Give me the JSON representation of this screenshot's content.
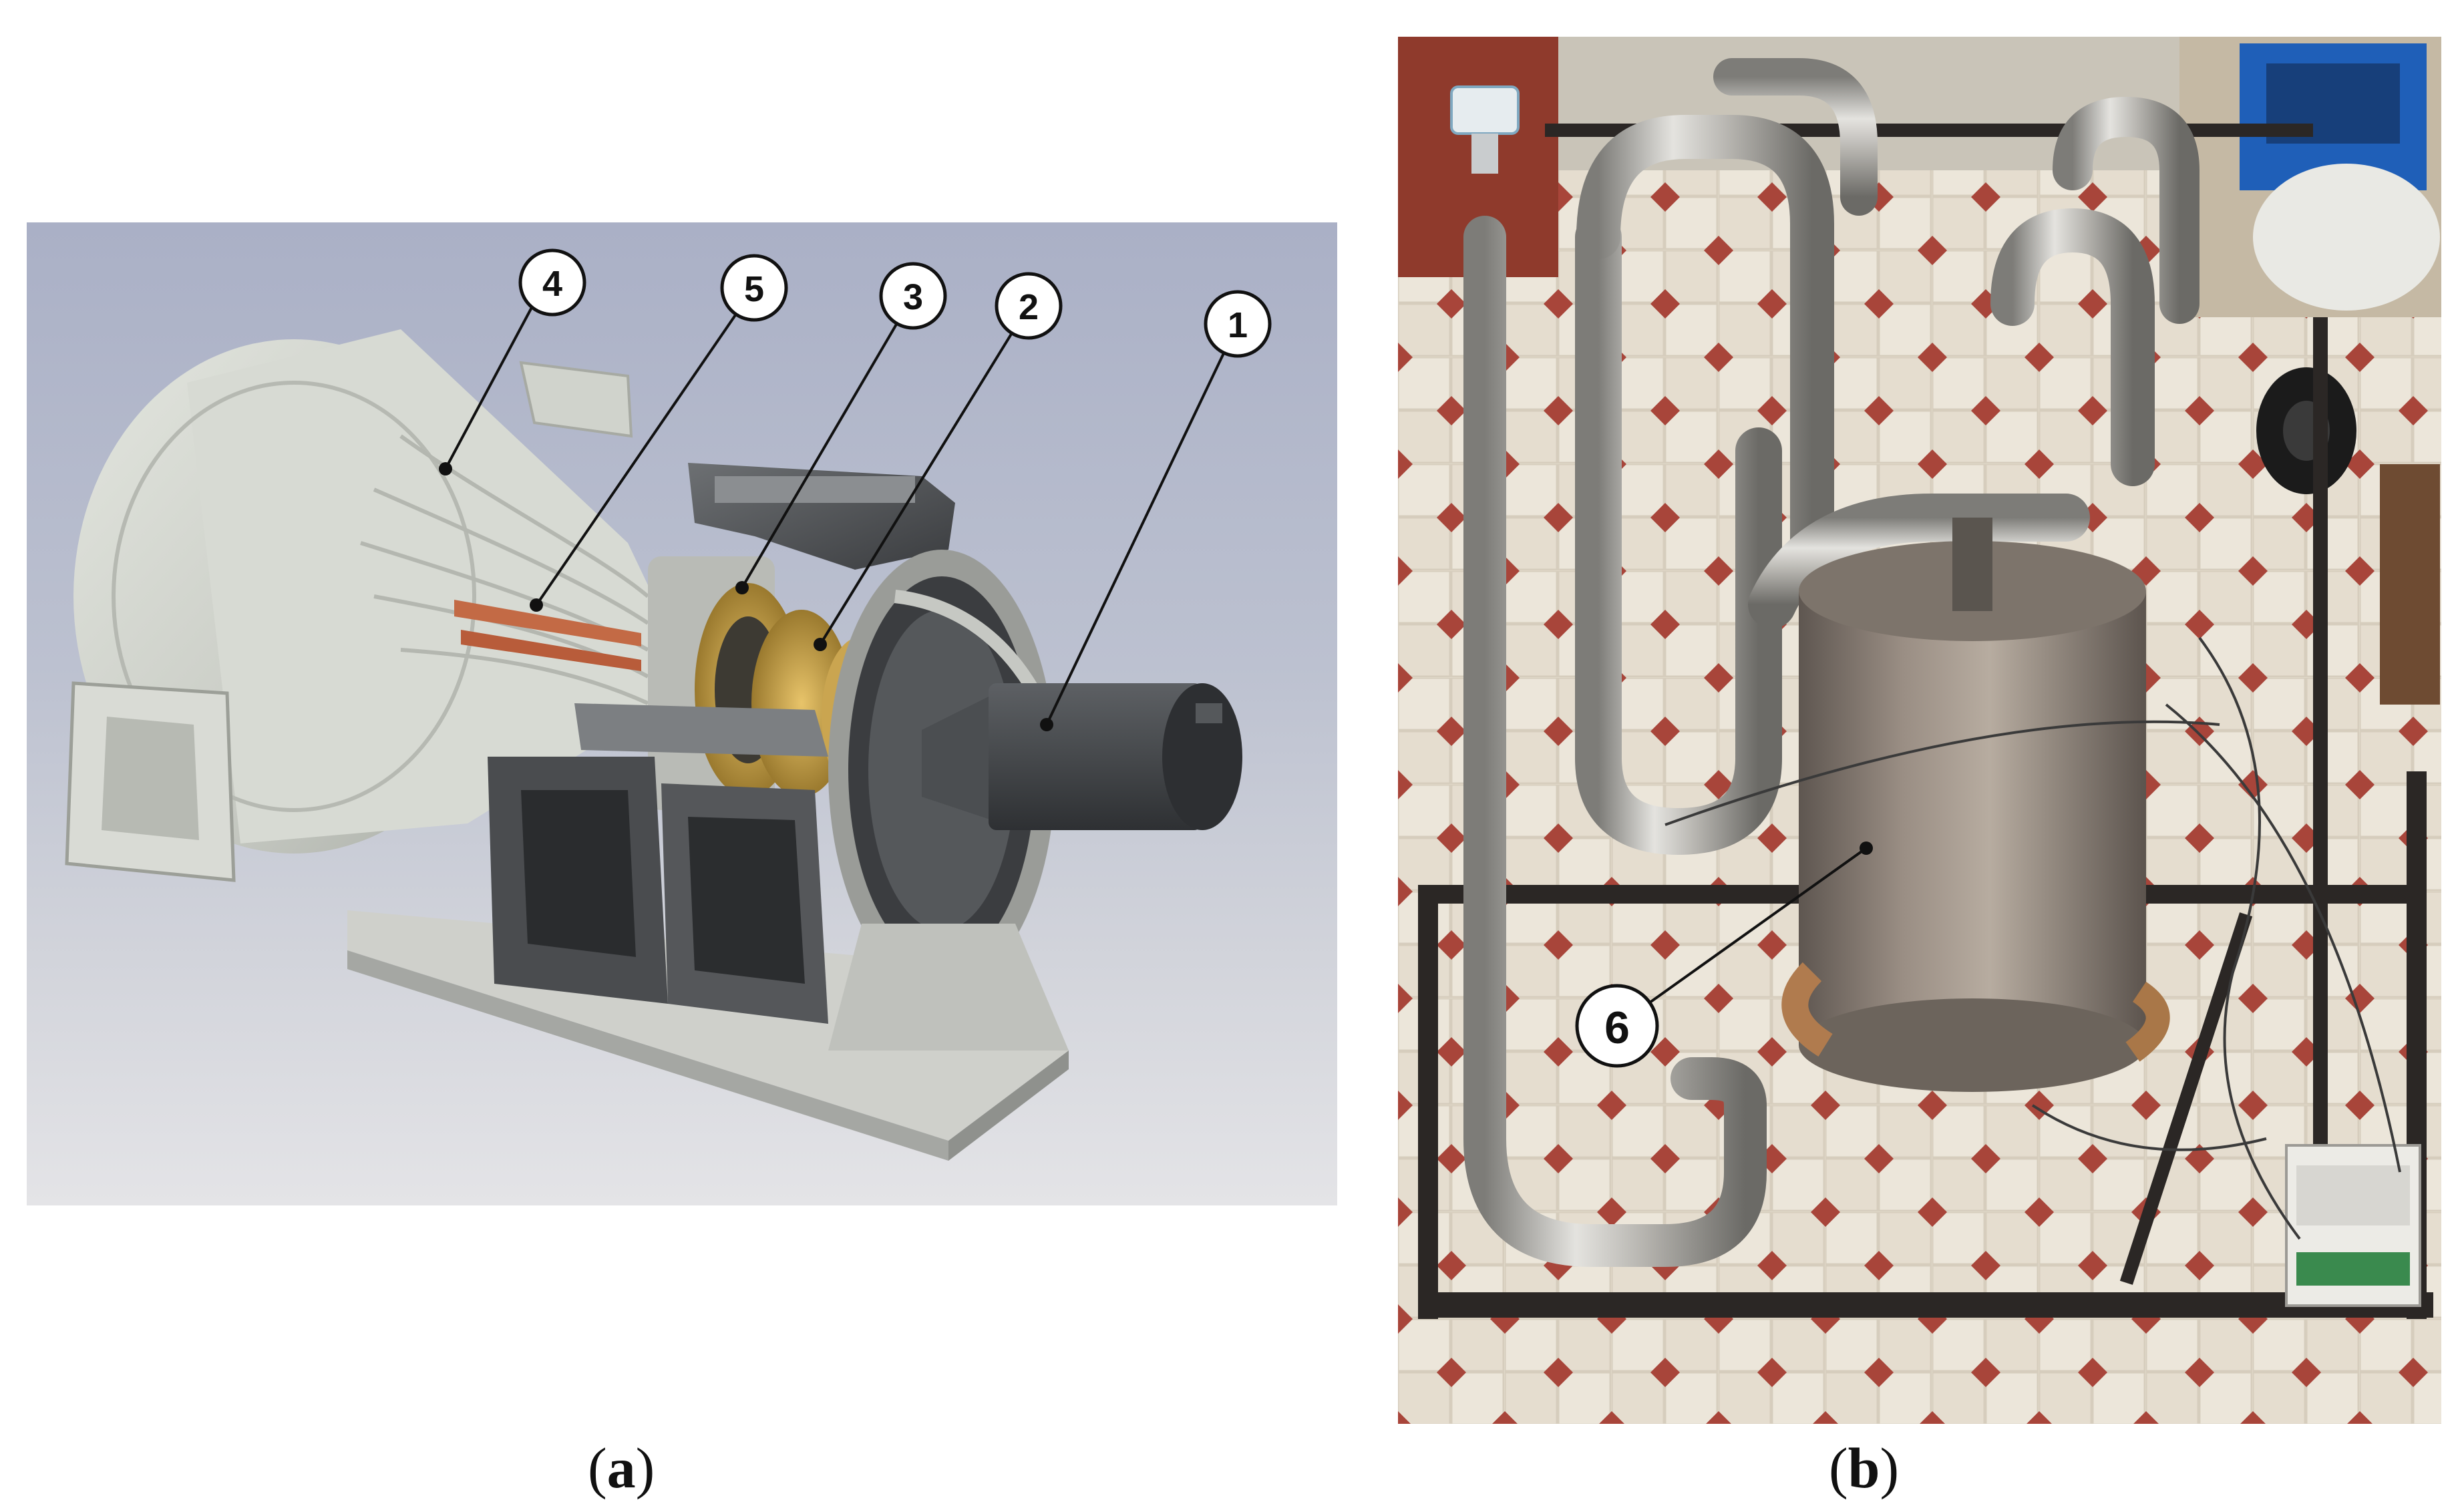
{
  "panel_a": {
    "callouts": [
      "1",
      "2",
      "3",
      "4",
      "5"
    ]
  },
  "panel_b": {
    "callouts": [
      "6"
    ]
  },
  "captions": {
    "a": {
      "open": "(",
      "letter": "a",
      "close": ")"
    },
    "b": {
      "open": "(",
      "letter": "b",
      "close": ")"
    }
  }
}
